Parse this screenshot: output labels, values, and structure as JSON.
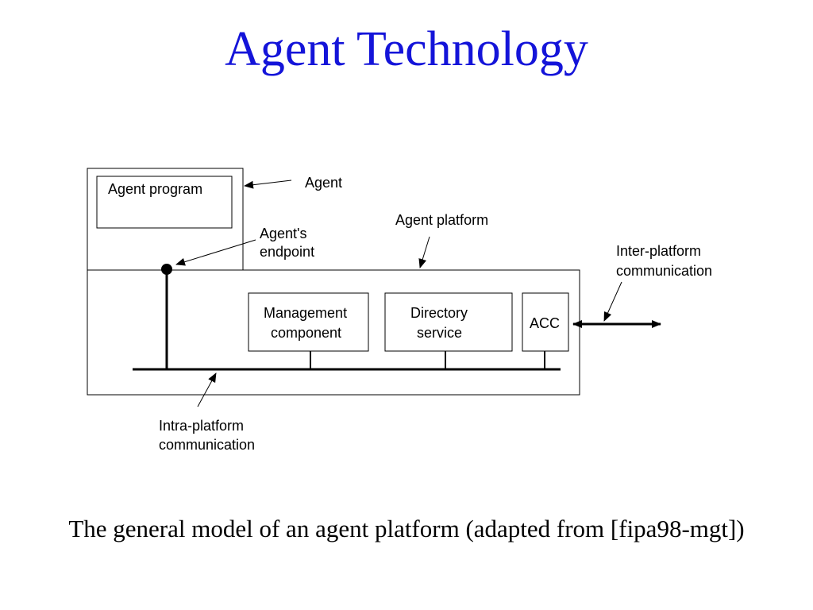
{
  "title": "Agent Technology",
  "colors": {
    "title": "#1414d9",
    "lines": "#000000"
  },
  "diagram": {
    "agent_program_label": "Agent program",
    "agent_label": "Agent",
    "agent_platform_label": "Agent platform",
    "agent_endpoint_label_line1": "Agent's",
    "agent_endpoint_label_line2": "endpoint",
    "inter_platform_label_line1": "Inter-platform",
    "inter_platform_label_line2": "communication",
    "management_label_line1": "Management",
    "management_label_line2": "component",
    "directory_label_line1": "Directory",
    "directory_label_line2": "service",
    "acc_label": "ACC",
    "intra_platform_label_line1": "Intra-platform",
    "intra_platform_label_line2": "communication"
  },
  "caption": "The general model of an agent platform (adapted from [fipa98-mgt])"
}
